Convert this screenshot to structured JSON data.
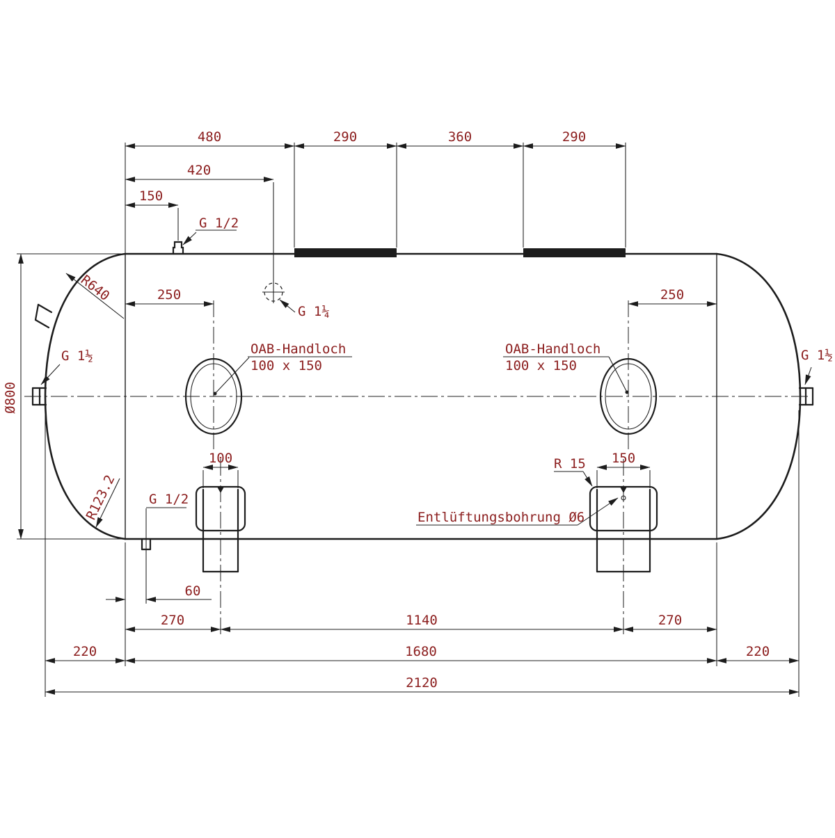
{
  "colors": {
    "line": "#1c1c1c",
    "text": "#8b1d1d",
    "bg": "#ffffff"
  },
  "dims": {
    "top_480": "480",
    "top_290a": "290",
    "top_360": "360",
    "top_290b": "290",
    "d420": "420",
    "d150": "150",
    "d250_left": "250",
    "d250_right": "250",
    "leg_100": "100",
    "leg_150": "150",
    "d60": "60",
    "d270_left": "270",
    "d1140": "1140",
    "d270_right": "270",
    "d220_left": "220",
    "d1680": "1680",
    "d220_right": "220",
    "d2120": "2120",
    "dia": "Ø800"
  },
  "labels": {
    "g12_top": "G 1/2",
    "g114": "G 1¼",
    "g112_left": "G 1½",
    "g112_right": "G 1½",
    "g12_drain": "G 1/2",
    "r640": "R640",
    "r123": "R123.2",
    "r15": "R 15",
    "vent": "Entlüftungsbohrung Ø6",
    "handhole_title": "OAB-Handloch",
    "handhole_size": "100 x 150"
  }
}
